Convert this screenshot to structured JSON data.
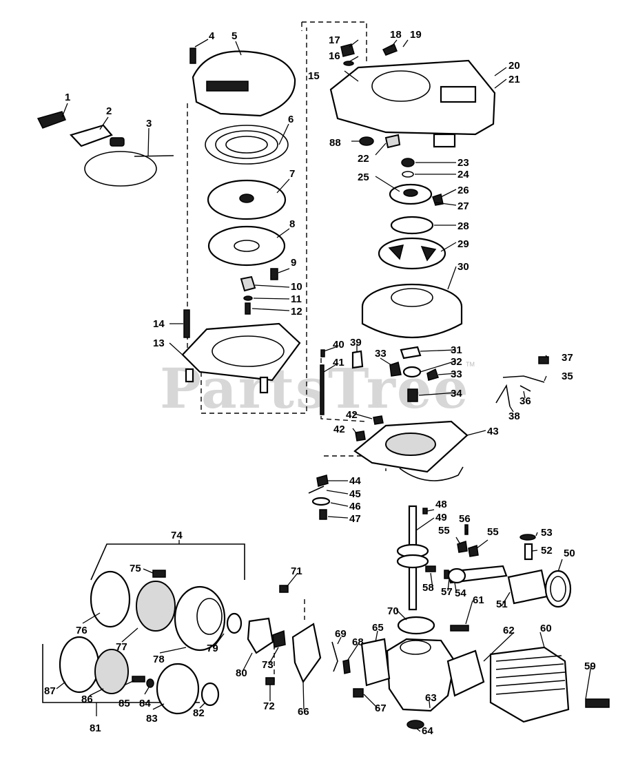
{
  "watermark": {
    "text": "PartsTree",
    "trademark": "TM"
  },
  "callouts": {
    "c1": "1",
    "c2": "2",
    "c3": "3",
    "c4": "4",
    "c5": "5",
    "c6": "6",
    "c7": "7",
    "c8": "8",
    "c9": "9",
    "c10": "10",
    "c11": "11",
    "c12": "12",
    "c13": "13",
    "c14": "14",
    "c15": "15",
    "c16": "16",
    "c17": "17",
    "c18": "18",
    "c19": "19",
    "c20": "20",
    "c21": "21",
    "c22": "22",
    "c23": "23",
    "c24": "24",
    "c25": "25",
    "c26": "26",
    "c27": "27",
    "c28": "28",
    "c29": "29",
    "c30": "30",
    "c31": "31",
    "c32": "32",
    "c33a": "33",
    "c33b": "33",
    "c34": "34",
    "c35": "35",
    "c36": "36",
    "c37": "37",
    "c38": "38",
    "c39": "39",
    "c40": "40",
    "c41": "41",
    "c42a": "42",
    "c42b": "42",
    "c43": "43",
    "c44": "44",
    "c45": "45",
    "c46": "46",
    "c47": "47",
    "c48": "48",
    "c49": "49",
    "c50": "50",
    "c51": "51",
    "c52": "52",
    "c53": "53",
    "c54": "54",
    "c55a": "55",
    "c55b": "55",
    "c56": "56",
    "c57": "57",
    "c58": "58",
    "c59": "59",
    "c60": "60",
    "c61": "61",
    "c62": "62",
    "c63": "63",
    "c64": "64",
    "c65": "65",
    "c66": "66",
    "c67": "67",
    "c68": "68",
    "c69": "69",
    "c70": "70",
    "c71": "71",
    "c72": "72",
    "c73": "73",
    "c74": "74",
    "c75": "75",
    "c76": "76",
    "c77": "77",
    "c78": "78",
    "c79": "79",
    "c80": "80",
    "c81": "81",
    "c82": "82",
    "c83": "83",
    "c84": "84",
    "c85": "85",
    "c86": "86",
    "c87": "87",
    "c88": "88"
  }
}
